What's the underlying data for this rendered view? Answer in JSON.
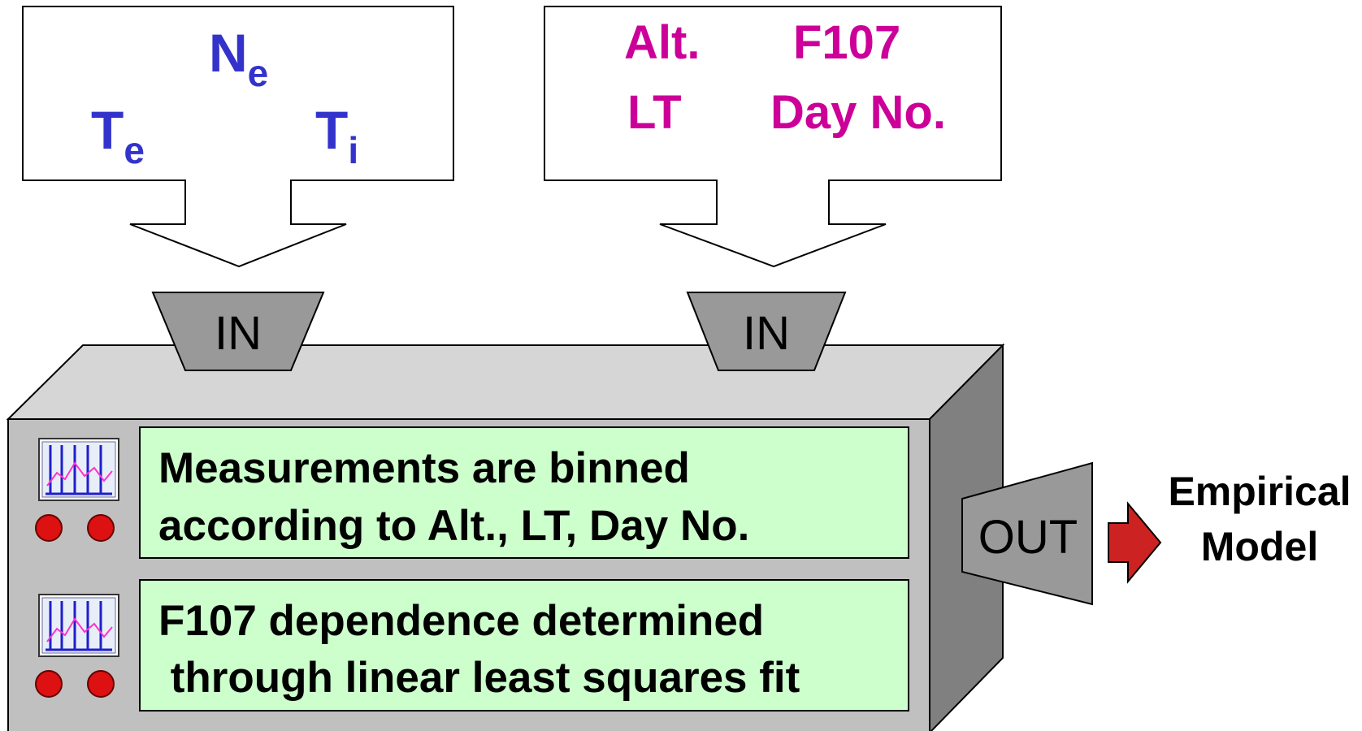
{
  "inputs_left": {
    "ne": {
      "main": "N",
      "sub": "e"
    },
    "te": {
      "main": "T",
      "sub": "e"
    },
    "ti": {
      "main": "T",
      "sub": "i"
    }
  },
  "inputs_right": {
    "alt": "Alt.",
    "f107": "F107",
    "lt": "LT",
    "day": "Day No."
  },
  "funnels": {
    "in_left": "IN",
    "in_right": "IN",
    "out": "OUT"
  },
  "panels": [
    {
      "line1": "Measurements are binned",
      "line2": "according to Alt., LT, Day No."
    },
    {
      "line1": "F107 dependence determined",
      "line2": " through linear least squares fit"
    }
  ],
  "output": {
    "line1": "Empirical",
    "line2": "Model"
  },
  "colors": {
    "blue_text": "#3333cc",
    "magenta_text": "#cc0099",
    "box_front": "#c0c0c0",
    "panel_fill": "#ccffcc",
    "arrow_red": "#cc2222",
    "led_red": "#dd1111"
  }
}
